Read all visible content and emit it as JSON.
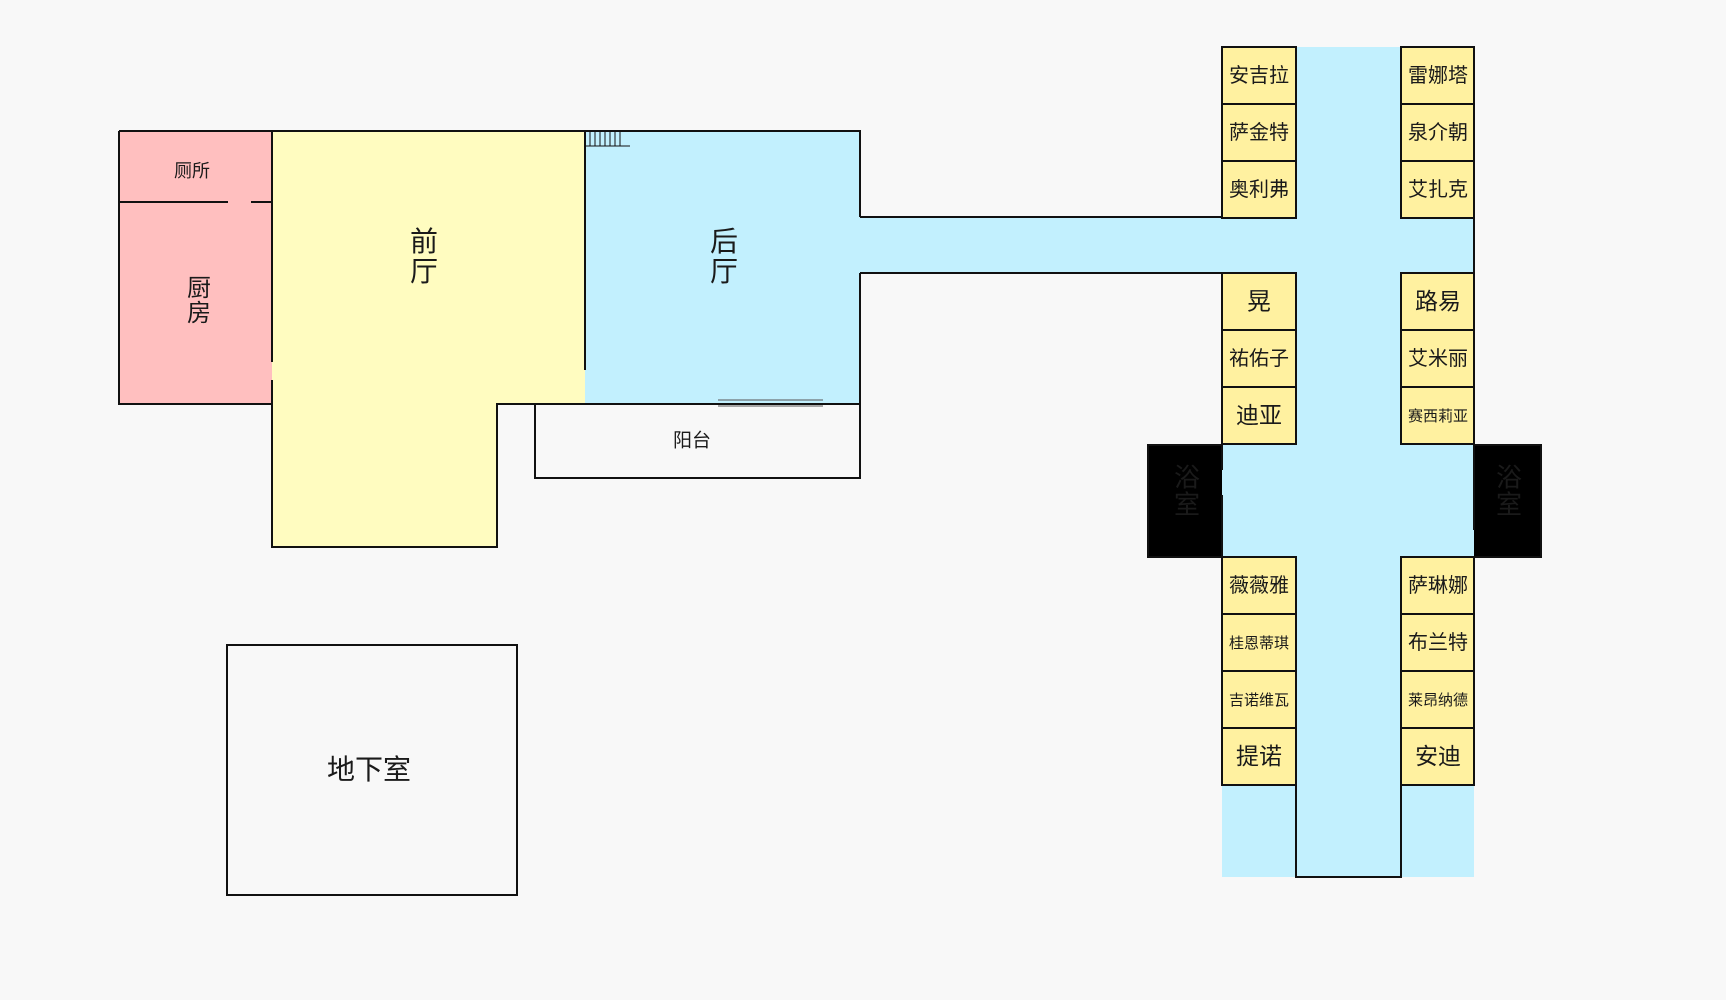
{
  "colors": {
    "background": "#f8f8f8",
    "kitchen": "#ffbfbf",
    "front_hall": "#fffcc0",
    "back_hall": "#c2f0fe",
    "corridor": "#c2f0fe",
    "bedroom": "#fff1a0",
    "bathroom": "#fff1a0",
    "balcony": "#ffffff",
    "basement": "#fed8f6",
    "wall": "#111111"
  },
  "rooms": {
    "toilet": "厕所",
    "kitchen": [
      "厨",
      "房"
    ],
    "front_hall": [
      "前",
      "厅"
    ],
    "back_hall": [
      "后",
      "厅"
    ],
    "balcony": "阳台",
    "basement": "地下室",
    "bath_left": [
      "浴",
      "室"
    ],
    "bath_right": [
      "浴",
      "室"
    ]
  },
  "bedrooms": {
    "left": [
      "安吉拉",
      "萨金特",
      "奥利弗",
      "晃",
      "祐佑子",
      "迪亚",
      "薇薇雅",
      "桂恩蒂琪",
      "吉诺维瓦",
      "提诺"
    ],
    "right": [
      "雷娜塔",
      "泉介朝",
      "艾扎克",
      "路易",
      "艾米丽",
      "赛西莉亚",
      "萨琳娜",
      "布兰特",
      "莱昂纳德",
      "安迪"
    ]
  }
}
